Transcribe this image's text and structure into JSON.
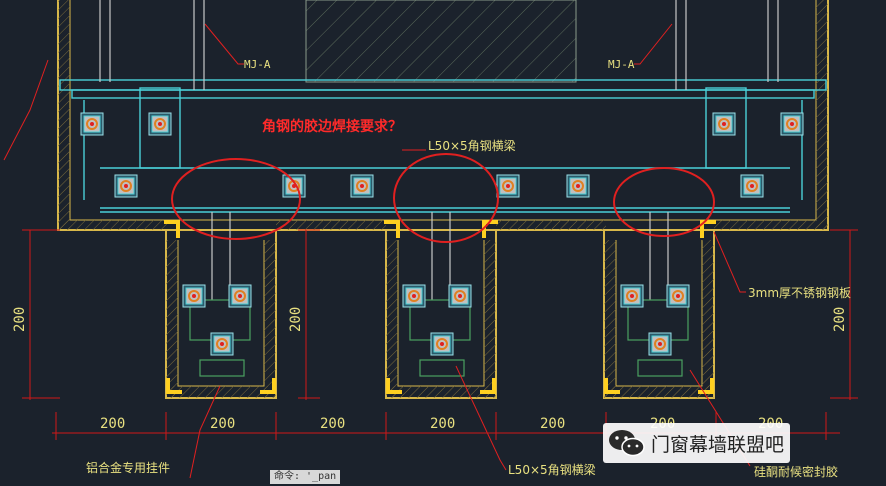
{
  "annotations": {
    "question": "角钢的胶边焊接要求？",
    "angle_beam_top": "L50×5角钢横梁",
    "angle_beam_bottom": "L50×5角钢横梁",
    "steel_plate": "3mm厚不锈钢钢板",
    "aluminum_hanger": "铝合金专用挂件",
    "sealant": "硅酮耐候密封胶",
    "mj_left": "MJ-A",
    "mj_right": "MJ-A"
  },
  "dimensions": {
    "bottom": [
      "200",
      "200",
      "200",
      "200",
      "200",
      "200",
      "200"
    ],
    "vertical_left": "200",
    "vertical_mid": "200",
    "vertical_right": "200"
  },
  "status_bar": {
    "command": "命令: '_pan"
  },
  "watermark": {
    "text": "门窗幕墙联盟吧",
    "icon": "wechat-icon"
  },
  "colors": {
    "background": "#1b222c",
    "dimension": "#d01818",
    "leader": "#e02020",
    "annotation_red": "#ff2a2a",
    "label_text": "#e8e080",
    "structure_yellow": "#d8b84a",
    "structure_cyan": "#4ad0d8",
    "hatch_green": "#5a7a5a",
    "bracket_yellow": "#ffd020",
    "fixing_orange": "#e08020"
  }
}
